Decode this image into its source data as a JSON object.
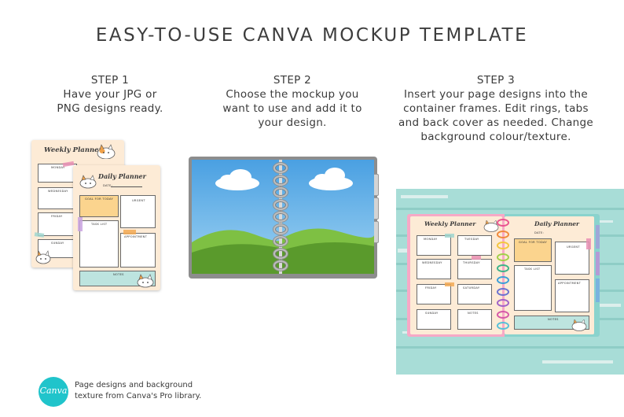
{
  "title": "EASY-TO-USE CANVA MOCKUP TEMPLATE",
  "steps": [
    {
      "header": "STEP 1",
      "text": "Have your JPG or\nPNG designs ready."
    },
    {
      "header": "STEP 2",
      "text": "Choose the mockup you\nwant to use and add it to\nyour design."
    },
    {
      "header": "STEP 3",
      "text": "Insert your page designs into the\ncontainer frames. Edit rings, tabs\nand back cover as needed. Change\nbackground colour/texture."
    }
  ],
  "weekly": {
    "title": "Weekly Planner",
    "labels": [
      "MONDAY",
      "WEDNESDAY",
      "FRIDAY",
      "SUNDAY",
      "TUESDAY",
      "THURSDAY",
      "SATURDAY",
      "NOTES"
    ]
  },
  "daily": {
    "title": "Daily Planner",
    "date_label": "DATE:",
    "labels": [
      "GOAL FOR TODAY",
      "TASK LIST",
      "URGENT",
      "APPOINTMENT",
      "NOTES"
    ]
  },
  "credit": {
    "logo_text": "Canva",
    "text": "Page designs and background\ntexture from Canva's Pro library."
  },
  "colors": {
    "peach": "#fdebd6",
    "canva_teal": "#20c4cb",
    "sky": "#5fb0e6",
    "grass": "#6aa632",
    "wood": "#a8ddd7"
  }
}
